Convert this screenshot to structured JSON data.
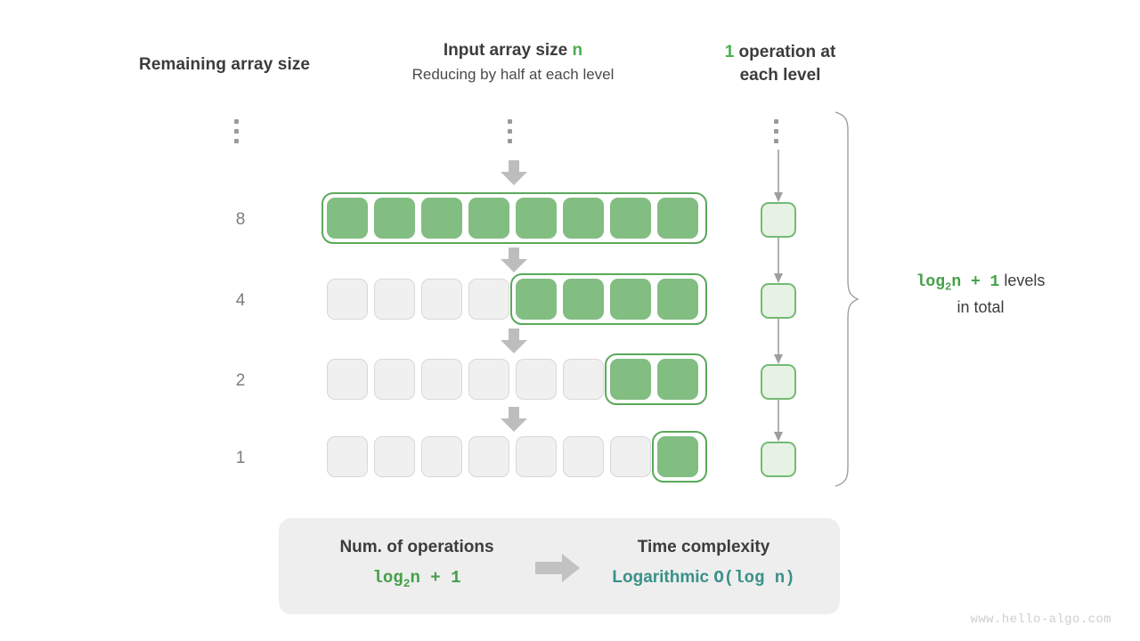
{
  "headers": {
    "left": "Remaining array size",
    "middle_title_prefix": "Input array size ",
    "middle_title_var": "n",
    "middle_subtitle": "Reducing by half at each level",
    "right_count": "1",
    "right_line1_rest": " operation at",
    "right_line2": "each level"
  },
  "levels": [
    {
      "label": "8",
      "total_cells": 8,
      "green_cells": 8,
      "green_start_index": 0
    },
    {
      "label": "4",
      "total_cells": 8,
      "green_cells": 4,
      "green_start_index": 4
    },
    {
      "label": "2",
      "total_cells": 8,
      "green_cells": 2,
      "green_start_index": 6
    },
    {
      "label": "1",
      "total_cells": 8,
      "green_cells": 1,
      "green_start_index": 7
    }
  ],
  "operations_per_level": "1",
  "ellipsis_dots": 3,
  "brace_caption": {
    "formula": "log2n + 1",
    "formula_base": "log",
    "formula_sub": "2",
    "formula_tail": "n + 1",
    "suffix": "levels",
    "line2": "in total"
  },
  "summary": {
    "left_title": "Num. of operations",
    "left_value_base": "log",
    "left_value_sub": "2",
    "left_value_tail": "n + 1",
    "right_title": "Time complexity",
    "right_value_word": "Logarithmic",
    "right_value_notation": "O(log n)"
  },
  "watermark": "www.hello-algo.com",
  "colors": {
    "green_fill": "#82bd82",
    "green_border": "#5aa95a",
    "green_text": "#45a049",
    "accent_green": "#4caf50",
    "teal": "#3a9188",
    "gray_cell": "#f0f0f0",
    "gray_border": "#d8d8d8",
    "arrow_gray": "#bdbdbd",
    "panel_gray": "#eeeeee",
    "label_gray": "#7d7d7d"
  }
}
